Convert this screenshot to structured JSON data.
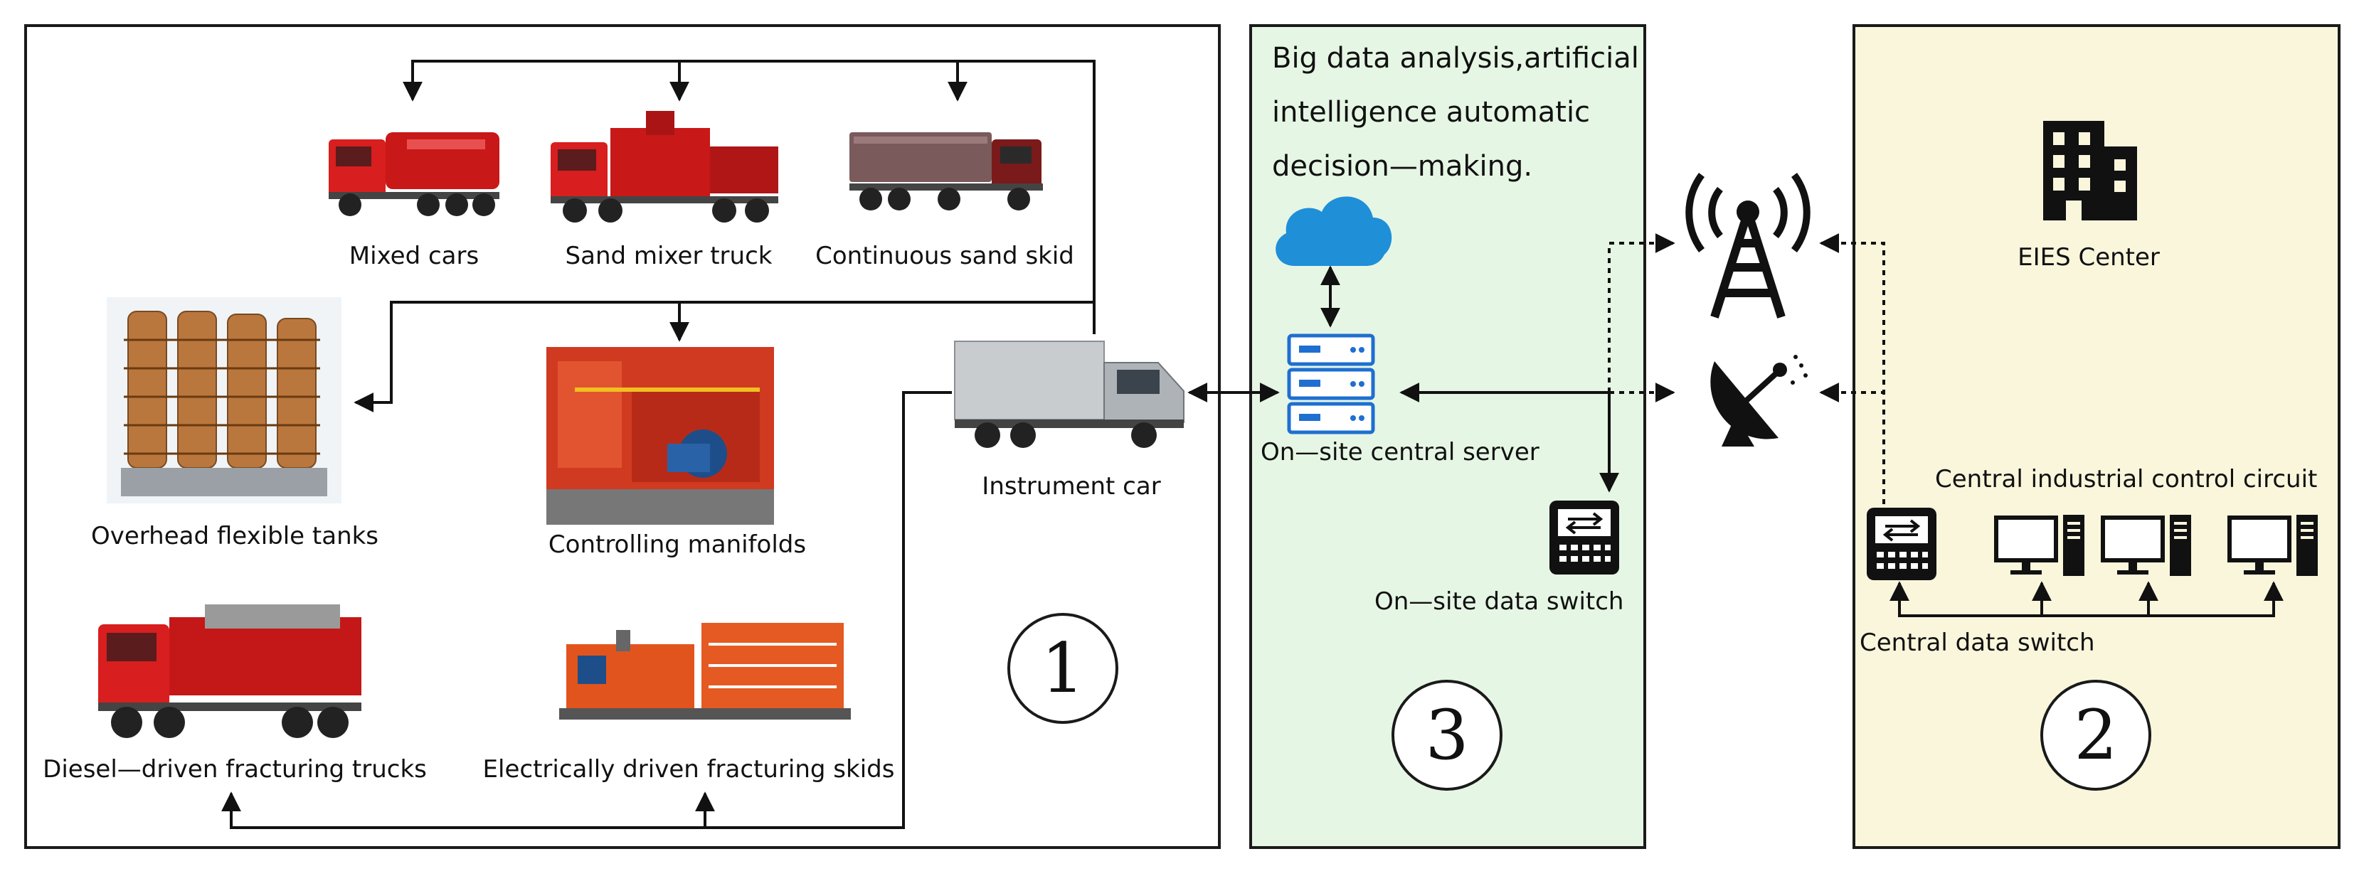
{
  "colors": {
    "panel3_bg": "#e6f6e4",
    "panel2_bg": "#f9f6dc",
    "cloud": "#1f8fd8",
    "truck_red": "#d81e1e",
    "skid_orange": "#e2541d",
    "server_blue": "#1e6fd0"
  },
  "panel1": {
    "equipment": {
      "mixed_cars": "Mixed cars",
      "sand_mixer_truck": "Sand mixer truck",
      "continuous_sand_skid": "Continuous sand skid",
      "overhead_flexible_tanks": "Overhead flexible tanks",
      "controlling_manifolds": "Controlling manifolds",
      "instrument_car": "Instrument car",
      "diesel_fracturing_trucks": "Diesel—driven fracturing trucks",
      "electric_fracturing_skids": "Electrically driven fracturing skids"
    },
    "marker": "1"
  },
  "panel3": {
    "description_lines": [
      "Big data analysis,artificial",
      "intelligence automatic",
      "decision—making."
    ],
    "central_server": "On—site central server",
    "data_switch": "On—site data switch",
    "marker": "3"
  },
  "panel2": {
    "center": "EIES Center",
    "control_circuit": "Central industrial control circuit",
    "central_switch": "Central data switch",
    "marker": "2"
  },
  "icons": [
    "cloud-icon",
    "server-icon",
    "switch-icon",
    "radio-tower-icon",
    "satellite-dish-icon",
    "building-icon",
    "computer-icon"
  ]
}
